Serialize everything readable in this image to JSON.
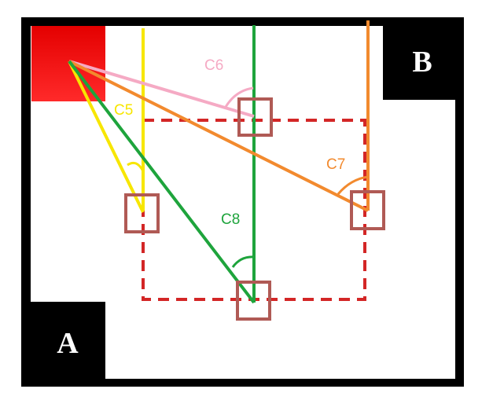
{
  "corner_labels": {
    "a": "A",
    "b": "B"
  },
  "line_labels": {
    "c5": "C5",
    "c6": "C6",
    "c7": "C7",
    "c8": "C8"
  },
  "colors": {
    "frame": "#000000",
    "source": "#ff0000",
    "dashed_region": "#d32626",
    "target_box": "#b05a55",
    "c5": "#f7e600",
    "c6": "#f5aac4",
    "c7": "#f28a2e",
    "c8": "#1ea43c"
  }
}
